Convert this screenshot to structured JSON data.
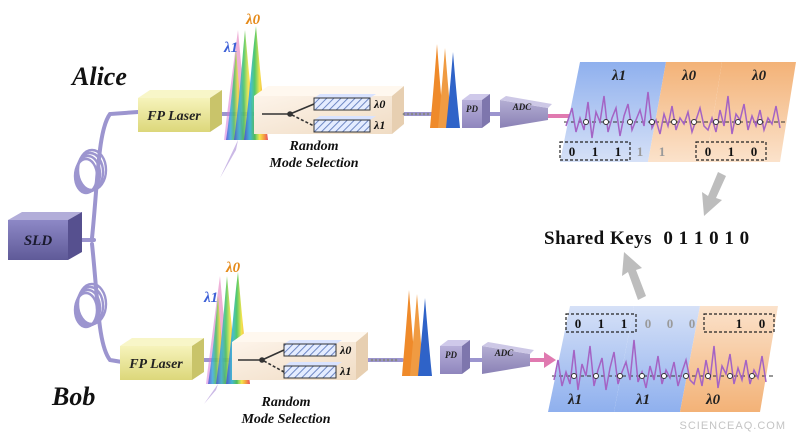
{
  "alice": {
    "name": "Alice",
    "laser_label": "FP Laser",
    "lambda1": "λ1",
    "lambda0": "λ0",
    "selector_label_1": "Random",
    "selector_label_2": "Mode Selection",
    "pd_label": "PD",
    "adc_label": "ADC",
    "panel_labels": [
      "λ1",
      "λ0",
      "λ0"
    ],
    "bits": [
      "0",
      "1",
      "1",
      "1",
      "1",
      "0",
      "1",
      "0"
    ]
  },
  "bob": {
    "name": "Bob",
    "laser_label": "FP Laser",
    "lambda1": "λ1",
    "lambda0": "λ0",
    "selector_label_1": "Random",
    "selector_label_2": "Mode Selection",
    "pd_label": "PD",
    "adc_label": "ADC",
    "panel_labels": [
      "λ1",
      "λ1",
      "λ0"
    ],
    "bits": [
      "0",
      "1",
      "1",
      "0",
      "0",
      "0",
      "1",
      "0"
    ]
  },
  "source_label": "SLD",
  "shared_keys": {
    "label": "Shared Keys",
    "value": "0 1 1 0 1 0"
  },
  "watermark": "SCIENCEAQ.COM",
  "colors": {
    "fiber": "#9c95cf",
    "laser": "#eeeb9c",
    "selector": "#f8ead9",
    "panel_blue": "#b3c5ee",
    "panel_orange": "#f5c59c",
    "trace": "#a463c4",
    "arrow_pink": "#e07ab0",
    "arrow_gray": "#bdbdbd"
  }
}
